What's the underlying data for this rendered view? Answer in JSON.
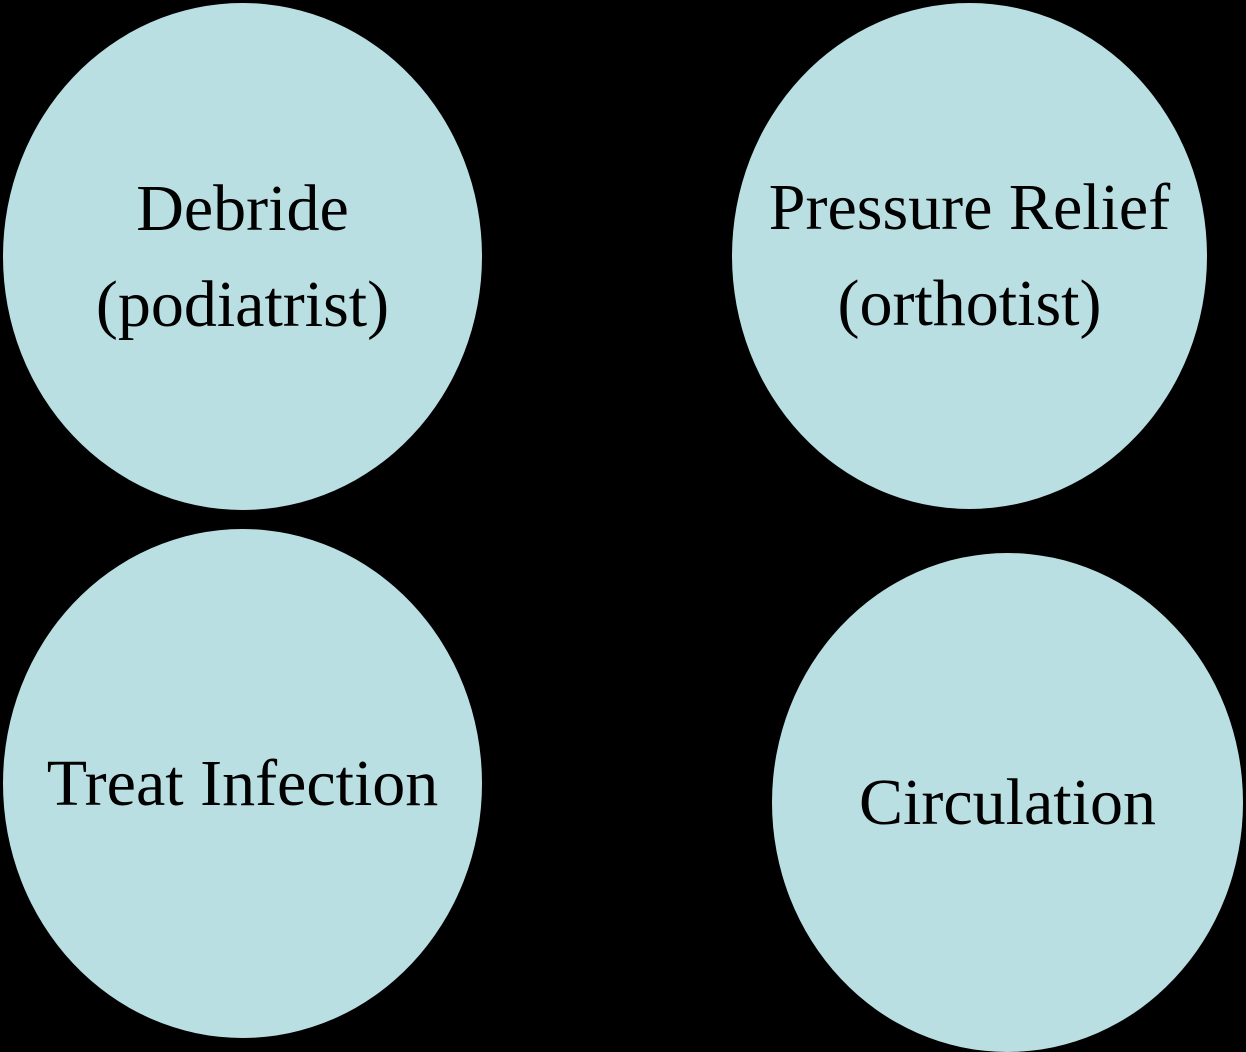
{
  "canvas": {
    "background_color": "#000000"
  },
  "diagram": {
    "description": "Four ellipse nodes arranged in a 2x2 grid",
    "node_fill_color": "#b9dfe2",
    "node_text_color": "#000000",
    "nodes": [
      {
        "id": "debride",
        "line1": "Debride",
        "line2": "(podiatrist)"
      },
      {
        "id": "pressure-relief",
        "line1": "Pressure Relief",
        "line2": "(orthotist)"
      },
      {
        "id": "treat-infection",
        "line1": "Treat Infection",
        "line2": ""
      },
      {
        "id": "circulation",
        "line1": "Circulation",
        "line2": ""
      }
    ]
  }
}
